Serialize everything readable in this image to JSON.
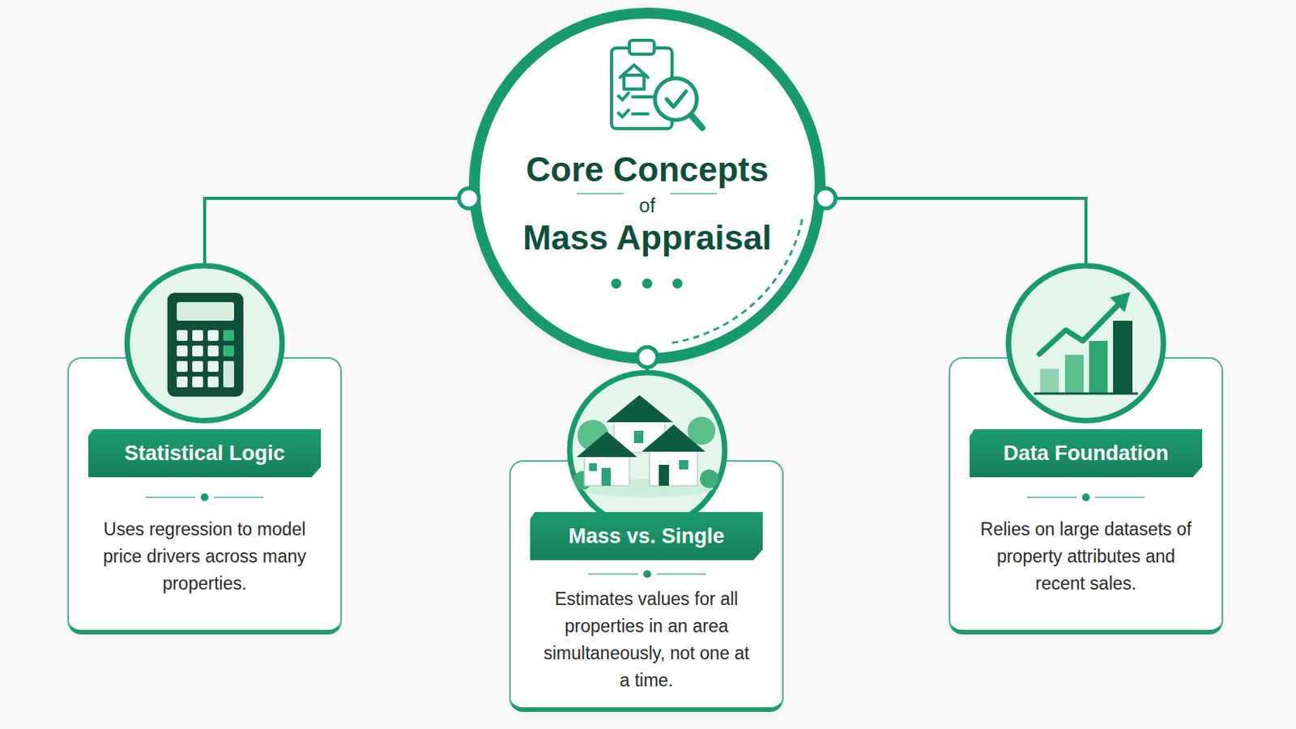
{
  "diagram": {
    "nodes": [
      {
        "text": [
          "Core Concepts",
          "of",
          "Mass Appraisal"
        ]
      },
      {
        "text": [
          "Statistical Logic",
          "Uses regression to model price drivers across many properties."
        ]
      },
      {
        "text": [
          "Mass vs. Single",
          "Estimates values for all properties in an area simultaneously, not one at a time."
        ]
      },
      {
        "text": [
          "Data Foundation",
          "Relies on large datasets of property attributes and recent sales."
        ]
      }
    ],
    "edges": [
      {
        "from": 0,
        "to": 1,
        "arrow": "none"
      },
      {
        "from": 0,
        "to": 2,
        "arrow": "none"
      },
      {
        "from": 0,
        "to": 3,
        "arrow": "none"
      }
    ]
  }
}
